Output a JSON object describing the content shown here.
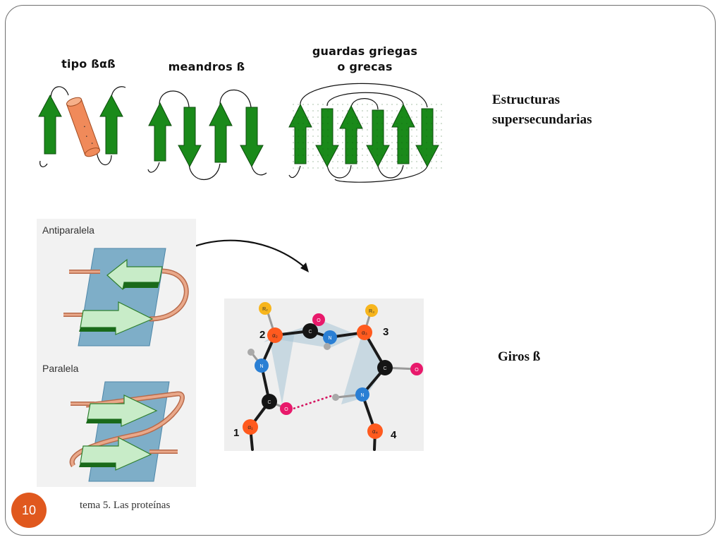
{
  "slide": {
    "number": "10",
    "footer": "tema 5. Las proteínas"
  },
  "supersecondary": {
    "label_bab": "tipo ßαß",
    "label_meander": "meandros ß",
    "label_greek_line1": "guardas griegas",
    "label_greek_line2": "o grecas",
    "heading_line1": "Estructuras",
    "heading_line2": "supersecundarias"
  },
  "sheets": {
    "antiparallel_label": "Antiparalela",
    "parallel_label": "Paralela"
  },
  "turn": {
    "heading": "Giros ß",
    "atoms": {
      "r2": "R₂",
      "r3": "R₃",
      "ca1": "α₁",
      "ca2": "α₂",
      "ca3": "α₃",
      "ca4": "α₄",
      "n": "N",
      "c": "C",
      "o": "O"
    },
    "positions": {
      "p1": "1",
      "p2": "2",
      "p3": "3",
      "p4": "4"
    }
  },
  "colors": {
    "strand_green": "#1a8a1a",
    "helix_orange": "#f08a5a",
    "sheet_blue": "#7eaec8",
    "strand_light": "#c8ecc8",
    "loop_tan": "#d9967a",
    "carbon_alpha": "#ff5a1e",
    "nitrogen": "#2a7fd4",
    "oxygen": "#e8196b",
    "r_group": "#f7b51c",
    "slide_number_bg": "#e0581e"
  }
}
